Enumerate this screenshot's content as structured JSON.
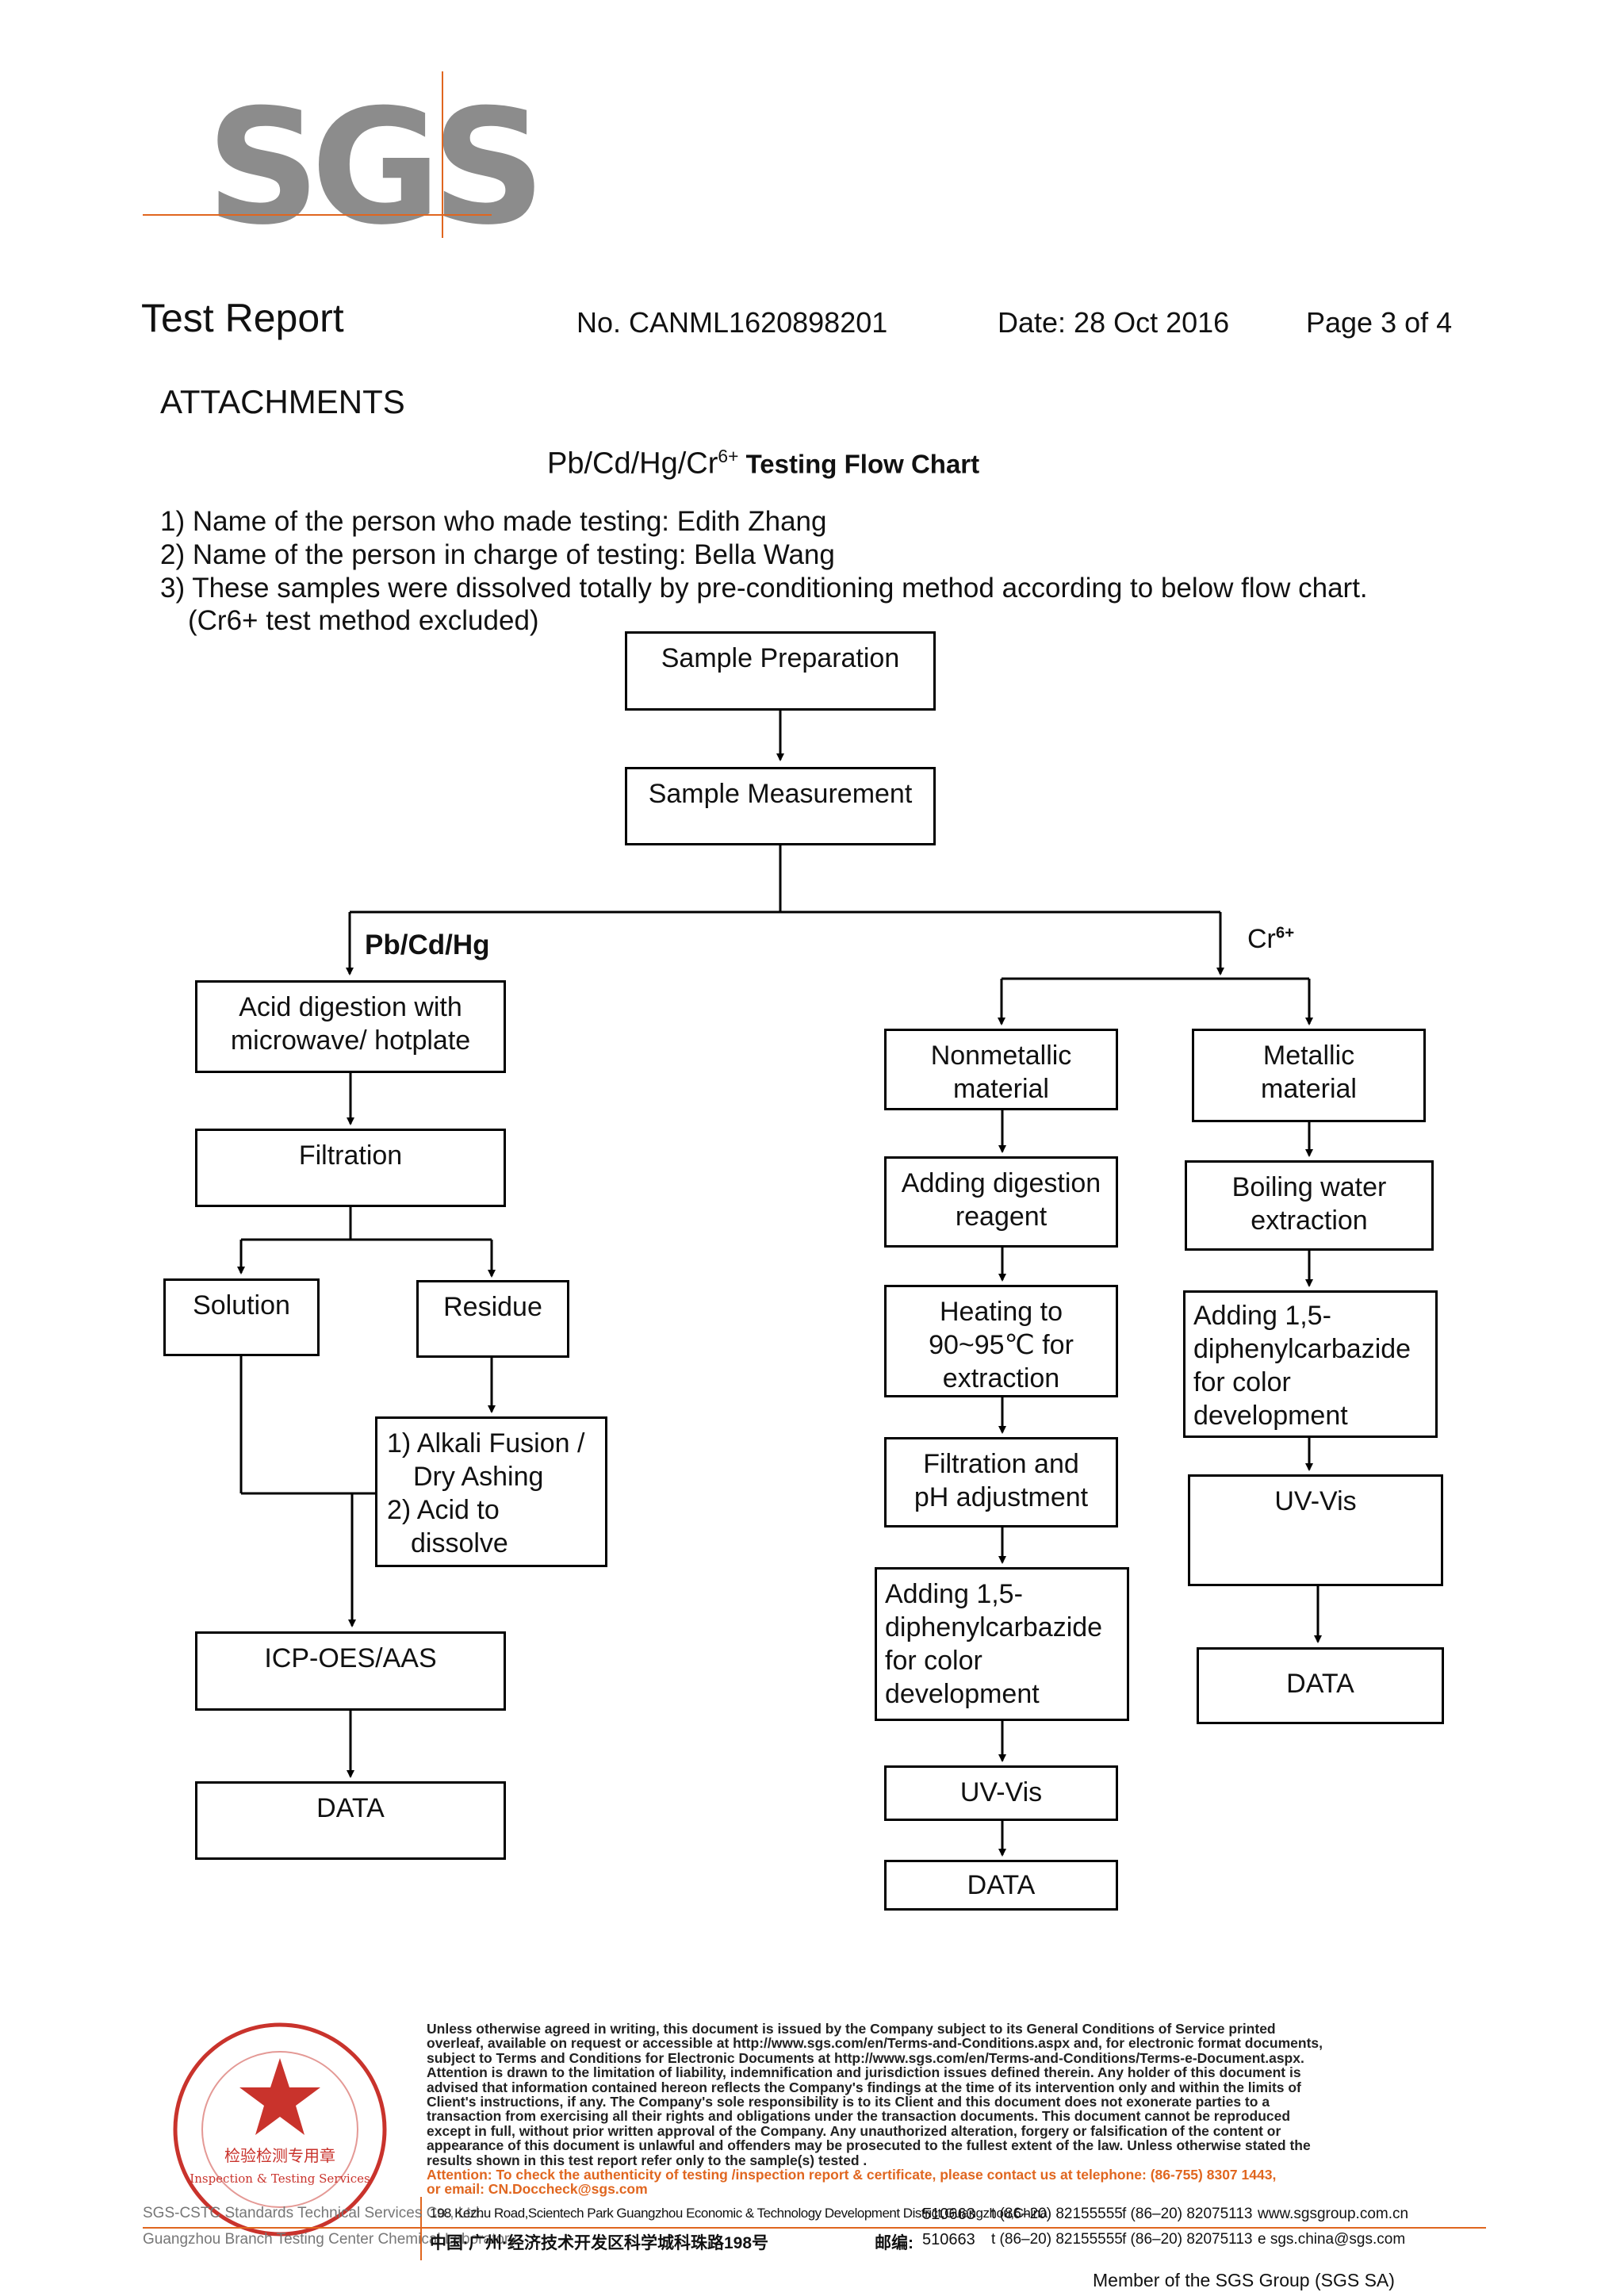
{
  "logo": {
    "text": "SGS"
  },
  "header": {
    "title": "Test Report",
    "number": "No. CANML1620898201",
    "date": "Date: 28 Oct 2016",
    "page": "Page 3 of 4"
  },
  "attachments_label": "ATTACHMENTS",
  "chart_title": {
    "main": "Pb/Cd/Hg/Cr",
    "sup": "6+",
    "rest": " Testing Flow Chart"
  },
  "notes": [
    "1) Name of the person who made testing: Edith Zhang",
    "2) Name of the person in charge of testing: Bella Wang",
    "3) These samples were dissolved totally by pre-conditioning method according to below flow chart.",
    "(Cr6+ test method excluded)"
  ],
  "flow": {
    "sample_preparation": "Sample Preparation",
    "sample_measurement": "Sample Measurement",
    "branch_pb": "Pb/Cd/Hg",
    "branch_cr": "Cr",
    "branch_cr_sup": "6+",
    "pb": {
      "acid_digestion_1": "Acid digestion with",
      "acid_digestion_2": "microwave/ hotplate",
      "filtration": "Filtration",
      "solution": "Solution",
      "residue": "Residue",
      "alkali_1": "1) Alkali Fusion /",
      "alkali_2": "Dry Ashing",
      "alkali_3": "2) Acid to",
      "alkali_4": "dissolve",
      "icp": "ICP-OES/AAS",
      "data": "DATA"
    },
    "nonmetal": {
      "title_1": "Nonmetallic",
      "title_2": "material",
      "adding_1": "Adding digestion",
      "adding_2": "reagent",
      "heating_1": "Heating to",
      "heating_2": "90~95℃  for",
      "heating_3": "extraction",
      "filt_1": "Filtration and",
      "filt_2": "pH adjustment",
      "dpc_1": "Adding 1,5-",
      "dpc_2": "diphenylcarbazide",
      "dpc_3": "for color",
      "dpc_4": "development",
      "uv": "UV-Vis",
      "data": "DATA"
    },
    "metal": {
      "title_1": "Metallic",
      "title_2": "material",
      "boil_1": "Boiling water",
      "boil_2": "extraction",
      "dpc_1": "Adding 1,5-",
      "dpc_2": "diphenylcarbazide",
      "dpc_3": "for color",
      "dpc_4": "development",
      "uv": "UV-Vis",
      "data": "DATA"
    }
  },
  "footer": {
    "disclaimer_lines": [
      "Unless otherwise agreed in writing, this document is issued by the Company subject to its General Conditions of Service printed",
      "overleaf, available on request or accessible at http://www.sgs.com/en/Terms-and-Conditions.aspx and, for electronic format documents,",
      "subject to Terms and Conditions for Electronic Documents at http://www.sgs.com/en/Terms-and-Conditions/Terms-e-Document.aspx.",
      "Attention is drawn to the limitation of liability, indemnification and jurisdiction issues defined therein. Any holder of this document is",
      "advised that information contained hereon reflects the Company's findings at the time of its intervention only and within the limits of",
      "Client's instructions, if any. The Company's sole responsibility is to its Client and this document does not exonerate parties to a",
      "transaction from exercising all their rights and obligations under the transaction documents. This document cannot be reproduced",
      "except in full, without prior written approval of the Company. Any unauthorized alteration, forgery or falsification of the content or",
      "appearance of this document is unlawful and offenders may be prosecuted to the fullest extent of the law. Unless otherwise stated the",
      "results shown in this test report refer only to the sample(s) tested ."
    ],
    "attention_1": "Attention: To check the authenticity of testing /inspection report & certificate, please contact us at telephone: (86-755) 8307 1443,",
    "attention_2": "or email: CN.Doccheck@sgs.com",
    "company_1": "SGS-CSTC Standards Technical Services Co., Ltd.",
    "company_2": "Guangzhou Branch Testing Center Chemical Laboratory.",
    "address_en": "198 Kezhu Road,Scientech Park Guangzhou Economic & Technology Development District,Guangzhou,China",
    "postcode_1": "510663",
    "tel_1": "t (86–20) 82155555",
    "fax_1": "f (86–20) 82075113",
    "web": "www.sgsgroup.com.cn",
    "address_cn": "中国·广州·经济技术开发区科学城科珠路198号",
    "postcode_label": "邮编:",
    "postcode_2": "510663",
    "tel_2": "t (86–20) 82155555",
    "fax_2": "f (86–20) 82075113",
    "email": "e  sgs.china@sgs.com",
    "member": "Member of the SGS Group (SGS SA)"
  },
  "stamp": {
    "inner_1": "检验检测专用章",
    "inner_2": "Inspection & Testing Services"
  },
  "colors": {
    "accent": "#e0661f",
    "stamp": "#c9332c",
    "logo": "#8c8c8c"
  }
}
